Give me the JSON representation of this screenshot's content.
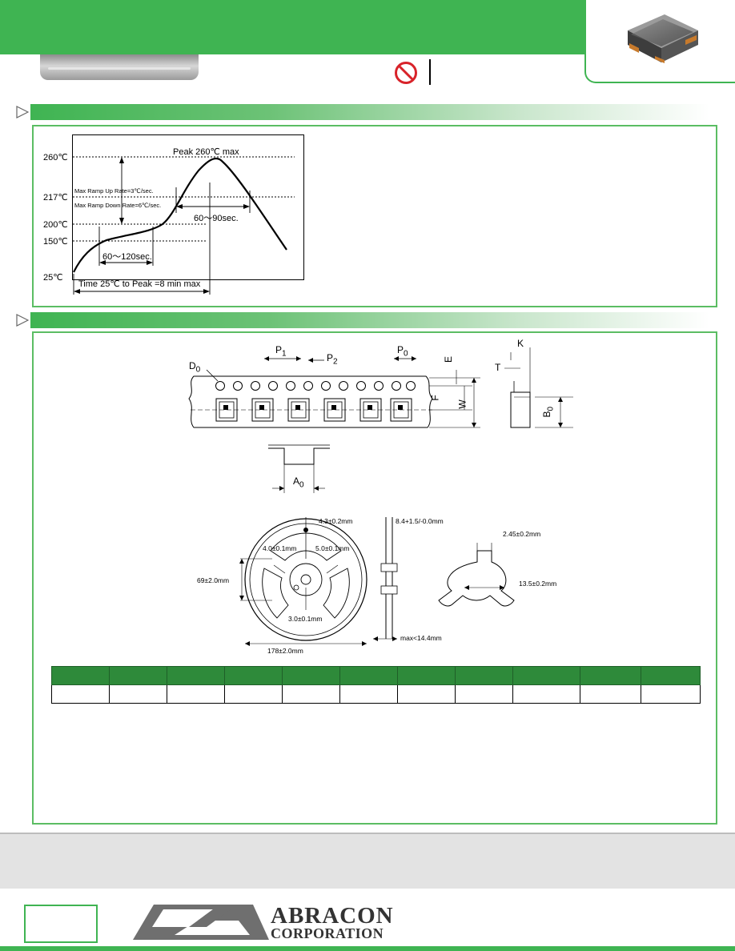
{
  "reflow": {
    "temps": [
      "260℃",
      "217℃",
      "200℃",
      "150℃",
      "25℃"
    ],
    "peak": "Peak 260℃ max",
    "ramp_up": "Max Ramp Up Rate=3℃/sec.",
    "ramp_down": "Max Ramp Down Rate=6℃/sec.",
    "above_liquidus": "60～90sec.",
    "preheat": "60～120sec.",
    "time_to_peak": "Time 25℃ to Peak =8 min max"
  },
  "tape": {
    "P1": "P",
    "P1_sub": "1",
    "P2": "P",
    "P2_sub": "2",
    "P0": "P",
    "P0_sub": "0",
    "D0": "D",
    "D0_sub": "0",
    "E": "E",
    "F": "F",
    "W": "W",
    "K": "K",
    "T": "T",
    "B0": "B",
    "B0_sub": "0",
    "A0": "A",
    "A0_sub": "0"
  },
  "reel": {
    "top_slot": "4.3±0.2mm",
    "left_slot": "4.0±0.1mm",
    "right_slot": "5.0±0.1mm",
    "hub": "69±2.0mm",
    "center": "3.0±0.1mm",
    "diameter": "178±2.0mm",
    "width": "8.4+1.5/-0.0mm",
    "max_width": "max<14.4mm",
    "hub_slot": "2.45±0.2mm",
    "hub_dia": "13.5±0.2mm"
  },
  "logo": {
    "line1": "ABRACON",
    "line2": "CORPORATION"
  },
  "colors": {
    "brand_green": "#3fb452",
    "table_header": "#2e8a3a"
  }
}
